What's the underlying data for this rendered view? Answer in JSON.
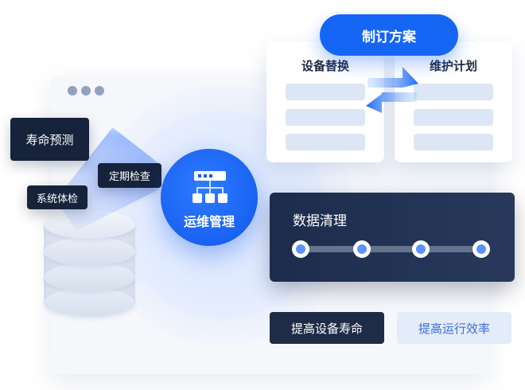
{
  "center": {
    "label": "运维管理",
    "icon": "network-server-icon"
  },
  "tags": {
    "predict": "寿命预测",
    "inspect": "定期检查",
    "checkup": "系统体检"
  },
  "plan_button": "制订方案",
  "cards": {
    "left_title": "设备替换",
    "right_title": "维护计划"
  },
  "data_panel": {
    "title": "数据清理",
    "steps": 4
  },
  "outcomes": {
    "primary": "提高设备寿命",
    "secondary": "提高运行效率"
  },
  "colors": {
    "accent": "#1566f5",
    "dark": "#17233b",
    "light_bar": "#dce6f5"
  }
}
